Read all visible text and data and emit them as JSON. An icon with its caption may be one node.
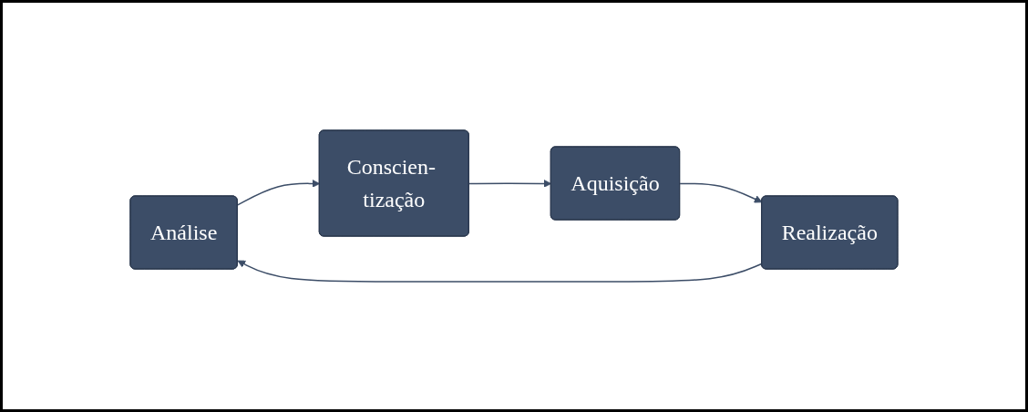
{
  "diagram": {
    "nodes": [
      {
        "text": [
          "Análise"
        ]
      },
      {
        "text": [
          "Conscien- tização"
        ]
      },
      {
        "text": [
          "Aquisição"
        ]
      },
      {
        "text": [
          "Realização"
        ]
      }
    ],
    "edges": [
      {
        "from": 0,
        "to": 1,
        "arrow": "to"
      },
      {
        "from": 1,
        "to": 2,
        "arrow": "to"
      },
      {
        "from": 2,
        "to": 3,
        "arrow": "to"
      },
      {
        "from": 3,
        "to": 0,
        "arrow": "to"
      }
    ]
  }
}
